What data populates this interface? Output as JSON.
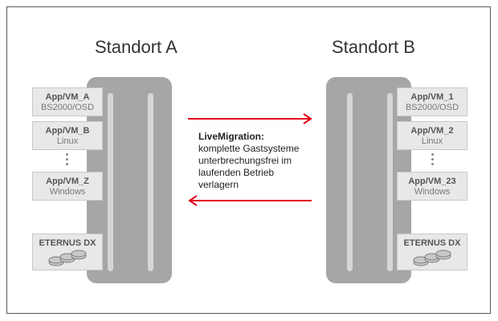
{
  "site_a": {
    "title": "Standort A",
    "vms": [
      {
        "name": "App/VM_A",
        "os": "BS2000/OSD"
      },
      {
        "name": "App/VM_B",
        "os": "Linux"
      },
      {
        "name": "App/VM_Z",
        "os": "Windows"
      }
    ],
    "storage": {
      "name": "ETERNUS DX"
    }
  },
  "site_b": {
    "title": "Standort B",
    "vms": [
      {
        "name": "App/VM_1",
        "os": "BS2000/OSD"
      },
      {
        "name": "App/VM_2",
        "os": "Linux"
      },
      {
        "name": "App/VM_23",
        "os": "Windows"
      }
    ],
    "storage": {
      "name": "ETERNUS DX"
    }
  },
  "migration": {
    "title": "LiveMigration:",
    "lines": [
      "komplette Gastsysteme",
      "unterbrechungsfrei im",
      "laufenden Betrieb",
      "verlagern"
    ]
  },
  "colors": {
    "arrow": "#e2001a",
    "rack": "#a6a6a6",
    "box": "#e8e8e8"
  }
}
